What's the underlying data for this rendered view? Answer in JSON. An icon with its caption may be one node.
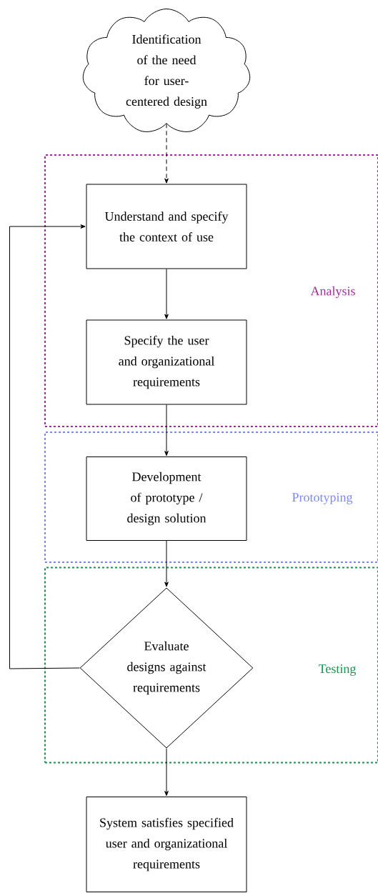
{
  "diagram": {
    "nodes": [
      {
        "text": [
          "Identification of the need for user-centered design"
        ]
      },
      {
        "text": [
          "Analysis"
        ]
      },
      {
        "text": [
          "Understand and specify the context of use"
        ],
        "in": 1
      },
      {
        "text": [
          "Specify the user and organizational requirements"
        ],
        "in": 1
      },
      {
        "text": [
          "Prototyping"
        ]
      },
      {
        "text": [
          "Development of prototype / design solution"
        ],
        "in": 4
      },
      {
        "text": [
          "Testing"
        ]
      },
      {
        "text": [
          "Evaluate designs against requirements"
        ],
        "in": 6
      },
      {
        "text": [
          "System satisfies specified user and organizational requirements"
        ]
      }
    ],
    "edges": [
      {
        "from": 0,
        "to": 2,
        "arrow": "to",
        "style": "dashed"
      },
      {
        "from": 2,
        "to": 3,
        "arrow": "to"
      },
      {
        "from": 3,
        "to": 5,
        "arrow": "to"
      },
      {
        "from": 5,
        "to": 7,
        "arrow": "to"
      },
      {
        "from": 7,
        "to": 2,
        "arrow": "to"
      },
      {
        "from": 7,
        "to": 8,
        "arrow": "to"
      }
    ]
  }
}
